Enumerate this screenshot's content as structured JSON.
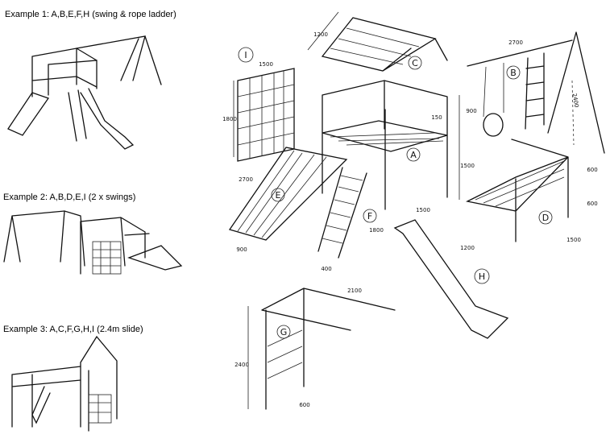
{
  "examples": [
    {
      "text": "Example 1:  A,B,E,F,H (swing & rope ladder)"
    },
    {
      "text": "Example 2:  A,B,D,E,I (2 x swings)"
    },
    {
      "text": "Example 3:  A,C,F,G,H,I (2.4m slide)"
    }
  ],
  "parts": {
    "A": {
      "label": "A",
      "dims": [
        "900",
        "150",
        "1500"
      ]
    },
    "B": {
      "label": "B",
      "dims": [
        "2700",
        "2400"
      ]
    },
    "C": {
      "label": "C",
      "dims": [
        "1200"
      ]
    },
    "D": {
      "label": "D",
      "dims": [
        "600",
        "600",
        "1200",
        "1500"
      ]
    },
    "E": {
      "label": "E",
      "dims": [
        "2700",
        "900"
      ]
    },
    "F": {
      "label": "F",
      "dims": [
        "1800",
        "400"
      ]
    },
    "G": {
      "label": "G",
      "dims": [
        "2100",
        "2400",
        "600"
      ]
    },
    "H": {
      "label": "H",
      "dims": [
        "1500"
      ]
    },
    "I": {
      "label": "I",
      "dims": [
        "1500",
        "1800"
      ]
    }
  }
}
